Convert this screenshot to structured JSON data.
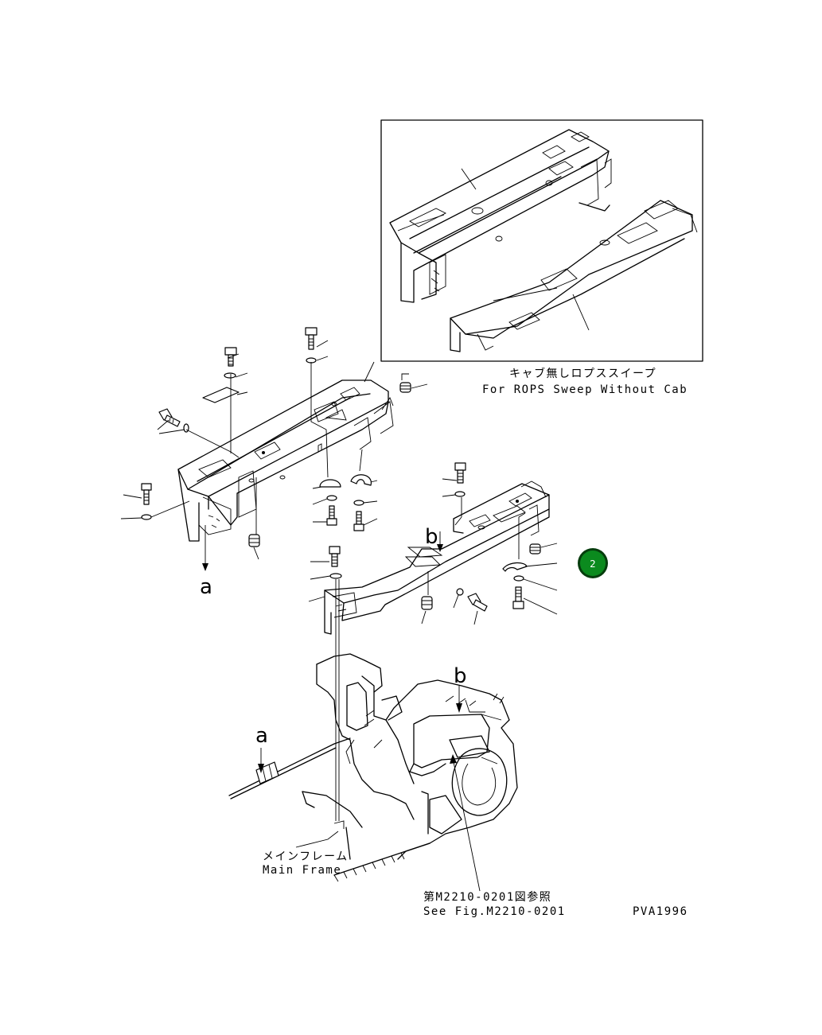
{
  "inset": {
    "caption_jp": "キャブ無しロプススイープ",
    "caption_en": "For ROPS Sweep Without Cab"
  },
  "callouts": {
    "a_upper": "a",
    "a_lower": "a",
    "b_upper": "b",
    "b_lower": "b"
  },
  "main_frame": {
    "label_jp": "メインフレーム",
    "label_en": "Main Frame"
  },
  "reference": {
    "label_jp": "第M2210-0201図参照",
    "label_en": "See Fig.M2210-0201"
  },
  "drawing_id": "PVA1996",
  "marker": {
    "label": "2",
    "color": "#0b8a1e",
    "ring_color": "#063d0d"
  }
}
